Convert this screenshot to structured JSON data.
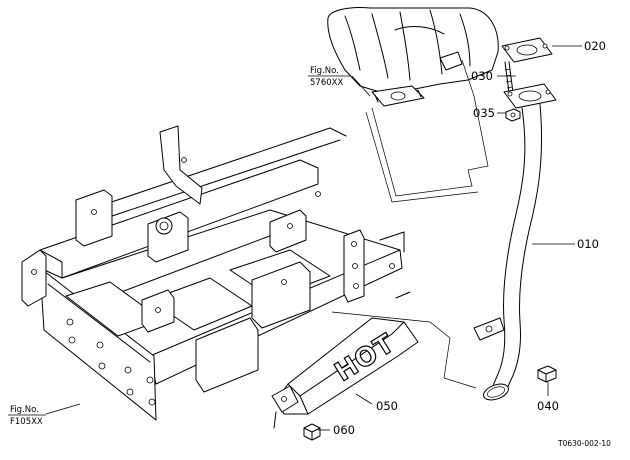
{
  "callouts": {
    "p010": "010",
    "p020": "020",
    "p030": "030",
    "p035": "035",
    "p040": "040",
    "p050": "050",
    "p060": "060"
  },
  "figure_refs": {
    "upper": {
      "label": "Fig.No.",
      "code": "5760XX"
    },
    "lower": {
      "label": "Fig.No.",
      "code": "F105XX"
    }
  },
  "cover_text": "HOT",
  "drawing_code": "T0630-002-10"
}
